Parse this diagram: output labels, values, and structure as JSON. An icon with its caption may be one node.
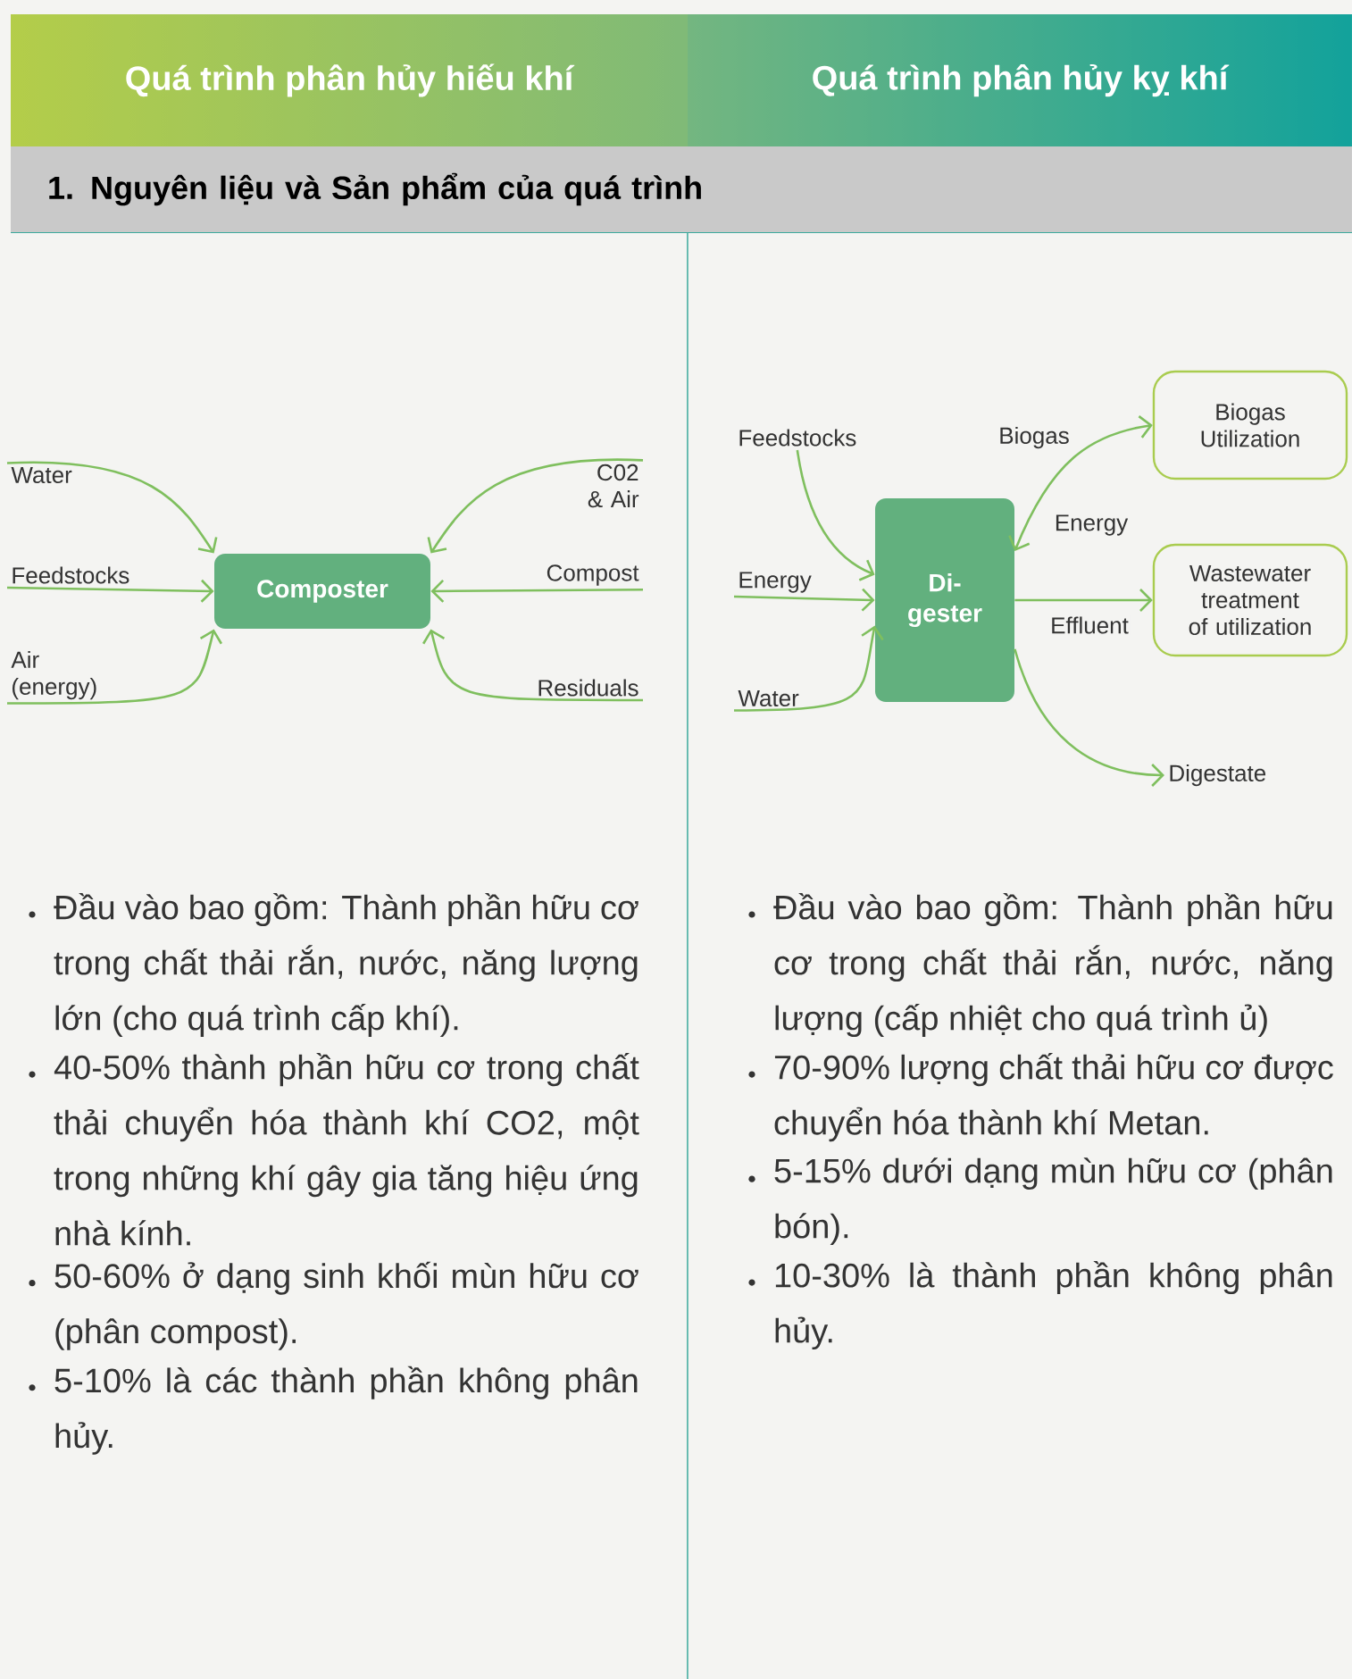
{
  "diagram": {
    "nodes": [
      {
        "text": [
          "Quá trình phân hủy hiếu khí"
        ]
      },
      {
        "text": [
          "Quá trình phân hủy kỵ khí"
        ]
      },
      {
        "text": [
          "1. Nguyên liệu và Sản phẩm của quá trình"
        ]
      },
      {
        "text": [
          "Composter"
        ]
      },
      {
        "text": [
          "Water"
        ]
      },
      {
        "text": [
          "Feedstocks"
        ]
      },
      {
        "text": [
          "Air (energy)"
        ]
      },
      {
        "text": [
          "C02 & Air"
        ]
      },
      {
        "text": [
          "Compost"
        ]
      },
      {
        "text": [
          "Residuals"
        ]
      },
      {
        "text": [
          "Di- gester"
        ]
      },
      {
        "text": [
          "Feedstocks"
        ]
      },
      {
        "text": [
          "Energy"
        ]
      },
      {
        "text": [
          "Water"
        ]
      },
      {
        "text": [
          "Biogas Utilization"
        ]
      },
      {
        "text": [
          "Wastewater treatment of utilization"
        ]
      },
      {
        "text": [
          "Digestate"
        ]
      }
    ],
    "edges": [
      {
        "from": 4,
        "to": 3,
        "arrow": "to"
      },
      {
        "from": 5,
        "to": 3,
        "arrow": "to"
      },
      {
        "from": 6,
        "to": 3,
        "arrow": "to"
      },
      {
        "from": 7,
        "to": 3,
        "arrow": "to"
      },
      {
        "from": 8,
        "to": 3,
        "arrow": "to"
      },
      {
        "from": 9,
        "to": 3,
        "arrow": "to"
      },
      {
        "from": 11,
        "to": 10,
        "arrow": "to"
      },
      {
        "from": 12,
        "to": 10,
        "arrow": "to"
      },
      {
        "from": 13,
        "to": 10,
        "arrow": "to"
      },
      {
        "from": 10,
        "to": 14,
        "arrow": "both",
        "label": "Biogas"
      },
      {
        "from": 10,
        "to": 15,
        "arrow": "to",
        "label": "Effluent"
      },
      {
        "from": 10,
        "to": 16,
        "arrow": "to"
      }
    ],
    "labels": [
      "Energy",
      "Đầu vào bao gồm: Thành phần hữu cơ trong chất thải rắn, nước, năng lượng lớn (cho quá trình cấp khí).",
      "40-50% thành phần hữu cơ trong chất thải chuyển hóa thành khí CO2, một trong những khí gây gia tăng hiệu ứng nhà kính.",
      "50-60% ở dạng sinh khối mùn hữu cơ (phân compost).",
      "5-10% là các thành phần không phân hủy.",
      "Đầu vào bao gồm: Thành phần hữu cơ trong chất thải rắn, nước, năng lượng (cấp nhiệt cho quá trình ủ)",
      "70-90% lượng chất thải hữu cơ được chuyển hóa thành khí Metan.",
      "5-15% dưới dạng mùn hữu cơ (phân bón).",
      "10-30% là thành phần không phân hủy."
    ]
  }
}
